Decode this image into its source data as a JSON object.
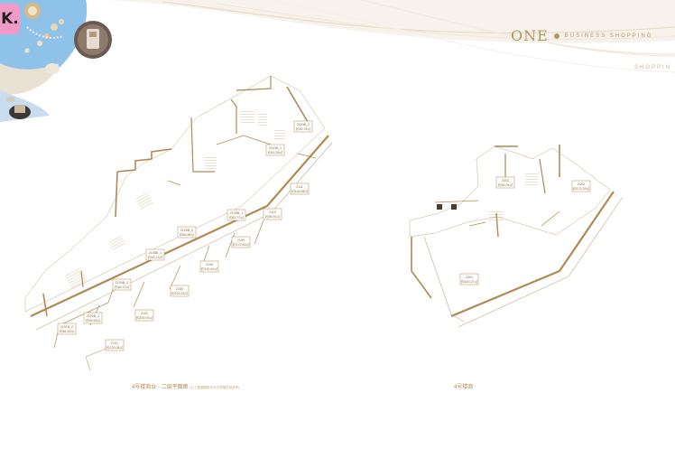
{
  "brand": {
    "logo_text": "ONE",
    "tagline": "BUSINESS SHOPPING",
    "faint_tag": "SHOPPIN",
    "badge_letter": "K."
  },
  "colors": {
    "gold": "#b5965f",
    "wall": "#b08a52",
    "badge_pink": "#f29ac7",
    "collage_blue": "#8fc2e8"
  },
  "plans": [
    {
      "caption": "4号楼商业 - 二层平面图",
      "note": "(以上数据图纸仅为示意图仅供参考)",
      "units": [
        {
          "id": "2110B_2",
          "area": "约30.78㎡"
        },
        {
          "id": "2110B_1",
          "area": "约41.28㎡"
        },
        {
          "id": "2111",
          "area": "约116.88㎡"
        },
        {
          "id": "2110",
          "area": "约96.92㎡"
        },
        {
          "id": "2109B_1",
          "area": "约52.73㎡"
        },
        {
          "id": "2109B_2",
          "area": "约65.85㎡"
        },
        {
          "id": "2109",
          "area": "约172.69㎡"
        },
        {
          "id": "2108B_1",
          "area": "约45.13㎡"
        },
        {
          "id": "2106",
          "area": "约120.49㎡"
        },
        {
          "id": "2105B_2",
          "area": "约48.12㎡"
        },
        {
          "id": "2105",
          "area": "约119.43㎡"
        },
        {
          "id": "2102B_1",
          "area": "约59.95㎡"
        },
        {
          "id": "2101B_2",
          "area": "约66.46㎡"
        },
        {
          "id": "2102",
          "area": "约200.93㎡"
        },
        {
          "id": "2101",
          "area": "约120.06㎡"
        }
      ]
    },
    {
      "caption": "4号楼商",
      "units": [
        {
          "id": "2303",
          "area": "约46.24㎡"
        },
        {
          "id": "2302",
          "area": "约173.29㎡"
        },
        {
          "id": "2301",
          "area": "约619.27㎡"
        }
      ]
    }
  ]
}
